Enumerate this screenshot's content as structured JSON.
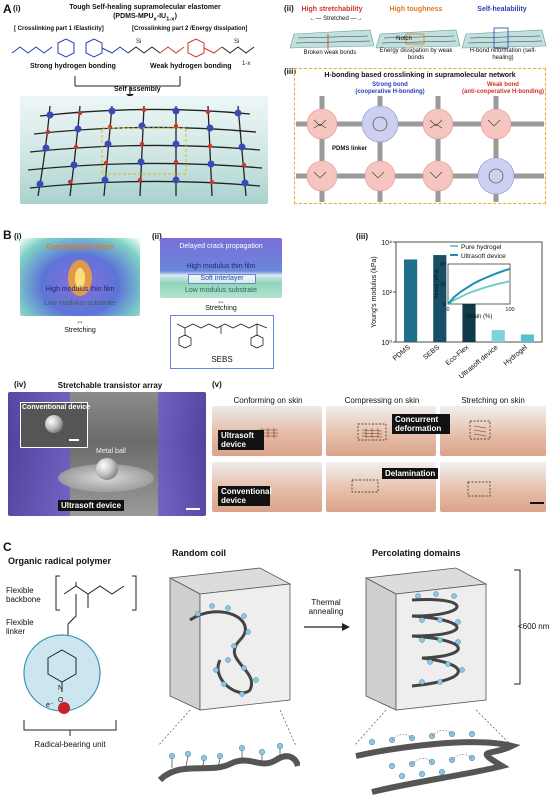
{
  "panelA": {
    "label": "A",
    "i": {
      "label": "(i)",
      "title": "Tough Self-healing supramolecular elastomer",
      "formula": "(PDMS-MPU",
      "formula_sub1": "x",
      "formula_mid": "-IU",
      "formula_sub2": "1-x",
      "formula_end": ")",
      "part1": "[ Crosslinking part 1 /Elasticity]",
      "part2": "[Crosslinking part 2 /Energy dissipation]",
      "strong_hb": "Strong hydrogen bonding",
      "weak_hb": "Weak hydrogen bonding",
      "self_assembly": "Self assembly"
    },
    "ii": {
      "label": "(ii)",
      "stretch_title": "High stretchability",
      "tough_title": "High toughness",
      "heal_title": "Self-healability",
      "stretched": "Stretched",
      "notch": "Notch",
      "broken": "Broken weak bonds",
      "energy": "Energy dissipation by weak bonds",
      "reform": "H-bond reformation (self-healing)"
    },
    "iii": {
      "label": "(iii)",
      "title": "H-bonding based crosslinking in supramolecular network",
      "strong_bond": "Strong bond",
      "strong_bond_sub": "(cooperative H-bonding)",
      "weak_bond": "Weak bond",
      "weak_bond_sub": "(anti-cooperative H-bonding)",
      "linker": "PDMS linker"
    }
  },
  "panelB": {
    "label": "B",
    "i": {
      "label": "(i)",
      "stress": "Concentrated stress",
      "film": "High modulus thin film",
      "substrate": "Low modulus substrate",
      "stretching": "Stretching"
    },
    "ii": {
      "label": "(ii)",
      "crack": "Delayed crack propagation",
      "film": "High modulus thin film",
      "interlayer": "Soft interlayer",
      "substrate": "Low modulus substrate",
      "stretching": "Stretching",
      "sebs": "SEBS"
    },
    "iii": {
      "label": "(iii)",
      "legend_hydrogel": "Pure hydrogel",
      "legend_device": "Ultrasoft device"
    },
    "iv": {
      "label": "(iv)",
      "title": "Stretchable transistor array",
      "conventional": "Conventional device",
      "ball": "Metal ball",
      "ultrasoft": "Ultrasoft device"
    },
    "v": {
      "label": "(v)",
      "conforming": "Conforming on skin",
      "compressing": "Compressing on skin",
      "stretching": "Stretching on skin",
      "concurrent": "Concurrent deformation",
      "ultrasoft": "Ultrasoft device",
      "delamination": "Delamination",
      "conventional": "Conventional device"
    }
  },
  "panelC": {
    "label": "C",
    "polymer_title": "Organic radical polymer",
    "backbone": "Flexible backbone",
    "linker": "Flexible linker",
    "electron": "e⁻",
    "radical_unit": "Radical-bearing unit",
    "coil_title": "Random coil",
    "annealing": "Thermal annealing",
    "domains_title": "Percolating domains",
    "size": "<600 nm"
  },
  "chart_data": {
    "type": "bar",
    "ylabel": "Young's modulus (kPa)",
    "yscale": "log",
    "ylim": [
      1,
      10000
    ],
    "yticks": [
      "10⁰",
      "10²",
      "10⁴"
    ],
    "categories": [
      "PDMS",
      "SEBS",
      "Eco-Flex",
      "Ultrasoft device",
      "Hydrogel"
    ],
    "values": [
      2000,
      3000,
      70,
      3,
      2
    ],
    "colors": [
      "#1d6f8a",
      "#174f66",
      "#0e3a4a",
      "#7cd3dc",
      "#57c0cc"
    ],
    "inset": {
      "type": "line",
      "xlabel": "Strain (%)",
      "ylabel": "Stress (kPa)",
      "xlim": [
        0,
        100
      ],
      "ylim": [
        0,
        20
      ],
      "xticks": [
        "0",
        "100"
      ],
      "yticks": [
        "0",
        "10",
        "20"
      ],
      "series": [
        {
          "name": "Pure hydrogel",
          "color": "#6fd1c6",
          "x": [
            0,
            10,
            20,
            30,
            40,
            50,
            60,
            70,
            80,
            90,
            100
          ],
          "y": [
            0,
            2,
            3.5,
            5,
            6.2,
            7.3,
            8.3,
            9.2,
            10,
            10.7,
            11.4
          ]
        },
        {
          "name": "Ultrasoft device",
          "color": "#1f8fb0",
          "x": [
            0,
            10,
            20,
            30,
            40,
            50,
            60,
            70,
            80,
            90,
            100
          ],
          "y": [
            0,
            3.5,
            6,
            8,
            10,
            11.6,
            13,
            14.3,
            15.5,
            16.6,
            17.6
          ]
        }
      ]
    }
  }
}
